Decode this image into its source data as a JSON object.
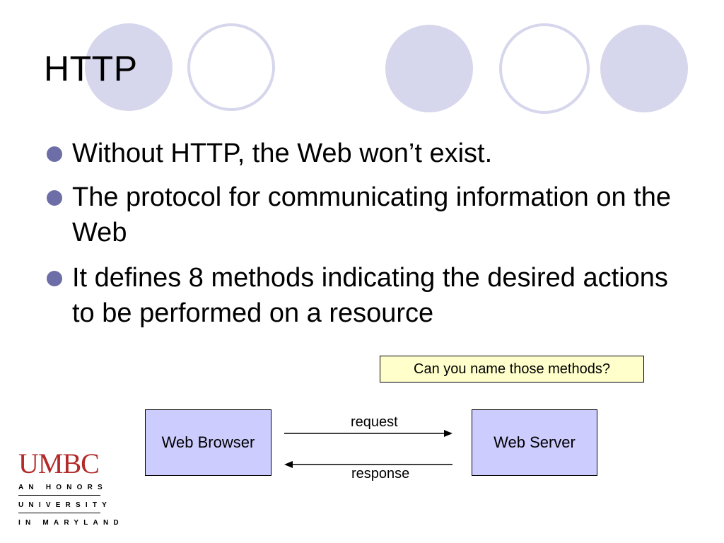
{
  "slide": {
    "title": "HTTP",
    "bullets": [
      "Without HTTP, the Web won’t exist.",
      "The protocol for communicating information on the Web",
      "It defines 8 methods indicating the desired actions to be performed on a resource"
    ],
    "callout": "Can you name those methods?"
  },
  "diagram": {
    "client": "Web Browser",
    "server": "Web Server",
    "request": "request",
    "response": "response"
  },
  "logo": {
    "name": "UMBC",
    "line1": "AN HONORS",
    "line2": "UNIVERSITY",
    "line3": "IN MARYLAND"
  },
  "colors": {
    "decor_circle": "#d6d6ec",
    "bullet": "#6d6da8",
    "node_fill": "#ccccff",
    "callout_fill": "#ffffcc",
    "logo_red": "#b22a2a"
  }
}
